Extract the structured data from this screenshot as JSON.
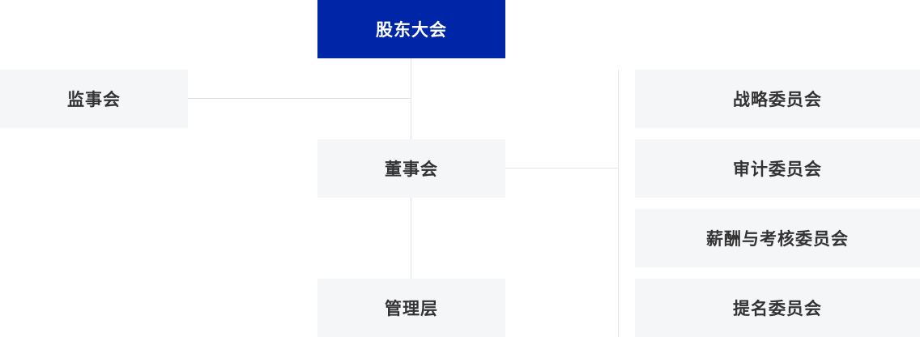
{
  "org_chart": {
    "shareholders_meeting": "股东大会",
    "supervisory_board": "监事会",
    "board_of_directors": "董事会",
    "management": "管理层",
    "committees": [
      {
        "label": "战略委员会"
      },
      {
        "label": "审计委员会"
      },
      {
        "label": "薪酬与考核委员会"
      },
      {
        "label": "提名委员会"
      }
    ]
  },
  "colors": {
    "primary_box": "#0026a8",
    "box_background": "#f5f6f8",
    "connector": "#e0e3e8",
    "text": "#333333"
  }
}
